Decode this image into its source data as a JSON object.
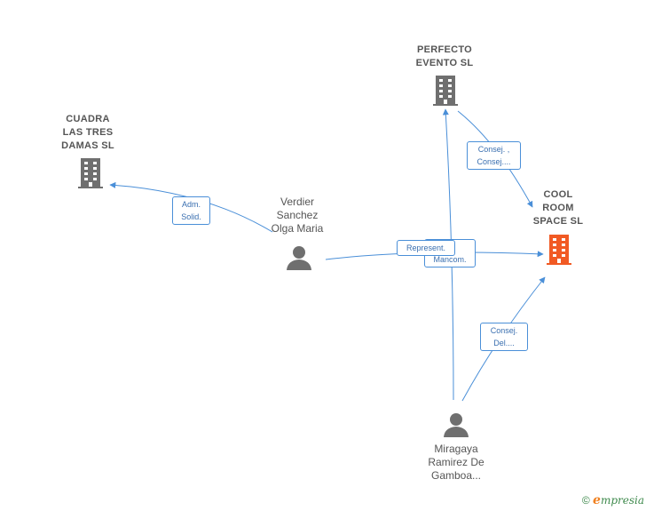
{
  "colors": {
    "edge": "#4a8fd8",
    "building": "#6f6f6f",
    "building_highlight": "#f15a24",
    "person": "#6f6f6f",
    "text": "#555555"
  },
  "nodes": {
    "perfecto": {
      "lines": [
        "PERFECTO",
        "EVENTO SL"
      ],
      "icon": "building-icon"
    },
    "cuadra": {
      "lines": [
        "CUADRA",
        "LAS TRES",
        "DAMAS SL"
      ],
      "icon": "building-icon"
    },
    "cool": {
      "lines": [
        "COOL",
        "ROOM",
        "SPACE SL"
      ],
      "icon": "building-icon-highlighted"
    },
    "verdier": {
      "lines": [
        "Verdier",
        "Sanchez",
        "Olga Maria"
      ],
      "icon": "person-icon"
    },
    "miragaya": {
      "lines": [
        "Miragaya",
        "Ramirez De",
        "Gamboa..."
      ],
      "icon": "person-icon"
    }
  },
  "edge_labels": {
    "adm": [
      "Adm.",
      "Solid."
    ],
    "consej_top": [
      "Consej. ,",
      "Consej...."
    ],
    "represent": [
      "Represent."
    ],
    "mancom": [
      "Mancom."
    ],
    "consej_bottom": [
      "Consej.",
      "Del...."
    ]
  },
  "footer": {
    "copyright": "©",
    "brand_initial": "e",
    "brand_rest": "mpresia"
  }
}
